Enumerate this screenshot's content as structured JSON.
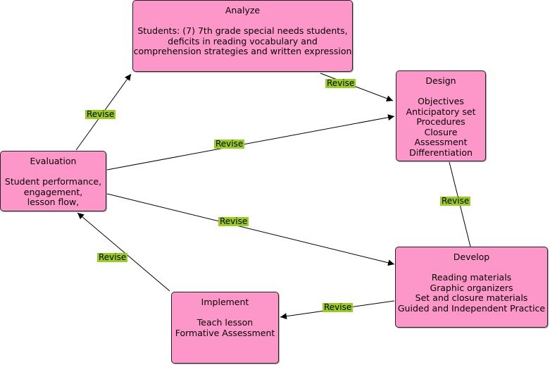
{
  "nodes": {
    "analyze": {
      "title": "Analyze",
      "lines": [
        "Students: (7) 7th grade special needs students,",
        "deficits in reading vocabulary and",
        "comprehension strategies and written expression"
      ]
    },
    "design": {
      "title": "Design",
      "lines": [
        "Objectives",
        "Anticipatory set",
        "Procedures",
        "Closure",
        "Assessment",
        "Differentiation"
      ]
    },
    "evaluation": {
      "title": "Evaluation",
      "lines": [
        "Student performance,",
        "engagement,",
        "lesson flow,"
      ]
    },
    "develop": {
      "title": "Develop",
      "lines": [
        "Reading materials",
        "Graphic organizers",
        "Set and closure materials",
        "Guided and Independent Practice"
      ]
    },
    "implement": {
      "title": "Implement",
      "lines": [
        "Teach lesson",
        "Formative Assessment"
      ]
    }
  },
  "edges": [
    {
      "from": "analyze",
      "to": "design",
      "label": "Revise",
      "arrow": true
    },
    {
      "from": "evaluation",
      "to": "analyze",
      "label": "Revise",
      "arrow": true
    },
    {
      "from": "evaluation",
      "to": "design",
      "label": "Revise",
      "arrow": true
    },
    {
      "from": "evaluation",
      "to": "develop",
      "label": "Revise",
      "arrow": true
    },
    {
      "from": "design",
      "to": "develop",
      "label": "Revise",
      "arrow": false
    },
    {
      "from": "develop",
      "to": "implement",
      "label": "Revise",
      "arrow": true
    },
    {
      "from": "implement",
      "to": "evaluation",
      "label": "Revise",
      "arrow": true
    }
  ],
  "colors": {
    "node_fill": "#fe97c9",
    "label_fill": "#9acd1f",
    "line": "#000000"
  }
}
